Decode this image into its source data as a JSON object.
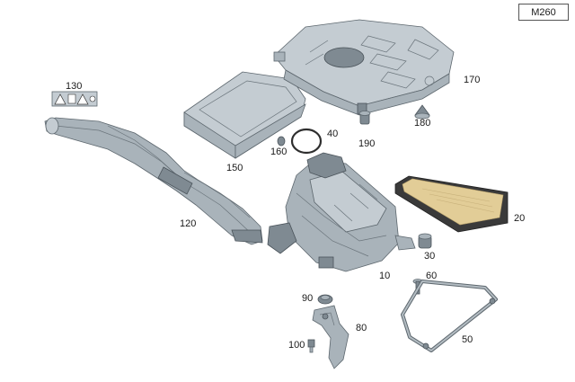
{
  "diagram_code": "M260",
  "labels": {
    "p10": "10",
    "p20": "20",
    "p30": "30",
    "p40": "40",
    "p50": "50",
    "p60": "60",
    "p80": "80",
    "p90": "90",
    "p100": "100",
    "p120": "120",
    "p130": "130",
    "p150": "150",
    "p160": "160",
    "p170": "170",
    "p180": "180",
    "p190": "190"
  },
  "colors": {
    "part_fill": "#a9b3ba",
    "filter_media": "#e2cd97",
    "filter_frame": "#3a3a3a"
  }
}
